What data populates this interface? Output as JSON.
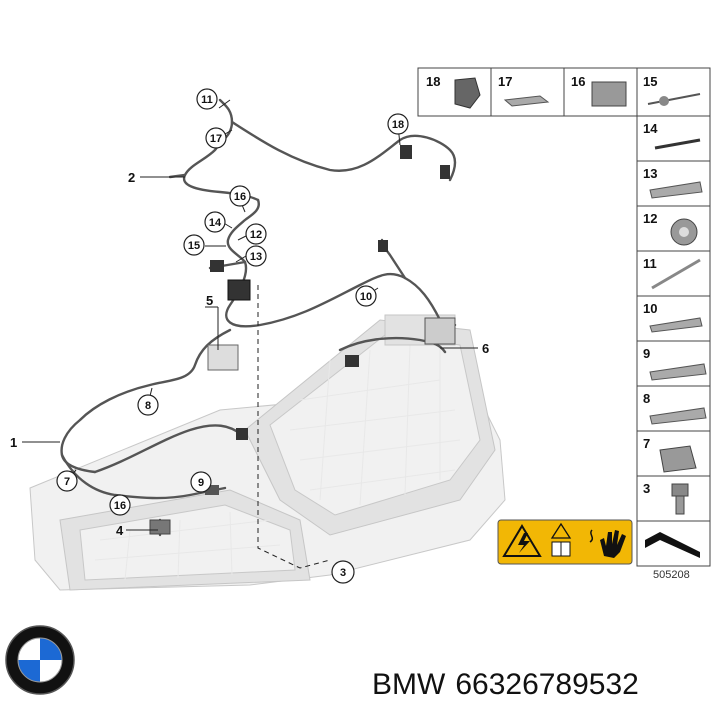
{
  "callouts": [
    "11",
    "17",
    "18",
    "2",
    "16",
    "14",
    "12",
    "15",
    "13",
    "5",
    "10",
    "6",
    "8",
    "1",
    "7",
    "9",
    "16",
    "4",
    "3"
  ],
  "grid_labels": [
    "18",
    "17",
    "16",
    "15",
    "14",
    "13",
    "12",
    "11",
    "10",
    "9",
    "8",
    "7",
    "3"
  ],
  "reference_number": "505208",
  "brand": "BMW",
  "part_number": "66326789532",
  "colors": {
    "warning_yellow": "#f2b705",
    "line": "#222222",
    "pan_gray": "#f1f1f1"
  },
  "icons": [
    "bmw-logo-icon",
    "high-voltage-warning-icon",
    "manual-icon",
    "hand-warning-icon"
  ]
}
